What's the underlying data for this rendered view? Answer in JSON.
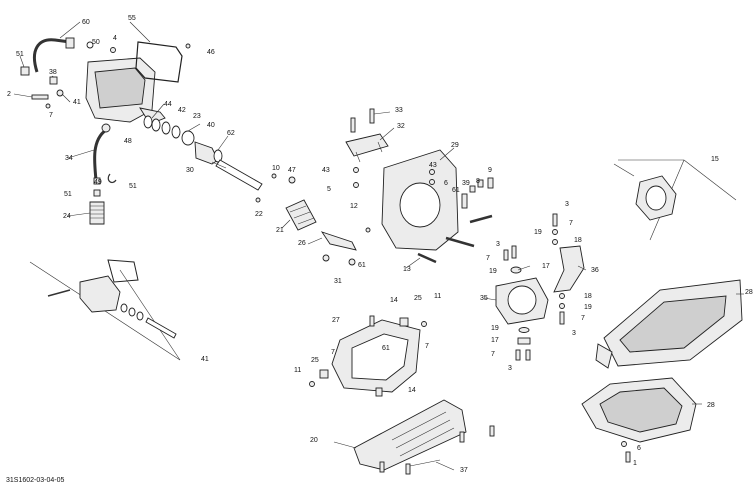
{
  "diagram": {
    "code": "31S1602-03-04-05",
    "callouts": [
      "60",
      "55",
      "50",
      "4",
      "46",
      "51",
      "38",
      "2",
      "41",
      "7",
      "44",
      "42",
      "23",
      "40",
      "48",
      "62",
      "34",
      "51",
      "49",
      "51",
      "24",
      "30",
      "10",
      "47",
      "22",
      "21",
      "26",
      "33",
      "32",
      "43",
      "5",
      "29",
      "43",
      "9",
      "61",
      "39",
      "8",
      "6",
      "12",
      "3",
      "7",
      "19",
      "18",
      "13",
      "31",
      "61",
      "3",
      "7",
      "19",
      "17",
      "36",
      "15",
      "41",
      "14",
      "25",
      "11",
      "27",
      "7",
      "61",
      "25",
      "7",
      "11",
      "14",
      "20",
      "37",
      "35",
      "18",
      "19",
      "7",
      "3",
      "19",
      "17",
      "7",
      "3",
      "28",
      "28",
      "6",
      "1"
    ]
  }
}
